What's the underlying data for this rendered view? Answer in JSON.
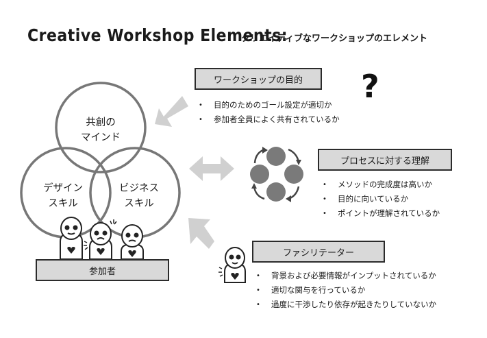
{
  "header": {
    "title": "Creative Workshop Elements:",
    "subtitle": "クリエイティブなワークショップのエレメント"
  },
  "venn": {
    "top": [
      "共創の",
      "マインド"
    ],
    "left": [
      "デザイン",
      "スキル"
    ],
    "right": [
      "ビジネス",
      "スキル"
    ],
    "participants_label": "参加者"
  },
  "purpose": {
    "label": "ワークショップの目的",
    "items": [
      "目的のためのゴール設定が適切か",
      "参加者全員によく共有されているか"
    ],
    "question_mark": "?"
  },
  "process": {
    "label": "プロセスに対する理解",
    "items": [
      "メソッドの完成度は高いか",
      "目的に向いているか",
      "ポイントが理解されているか"
    ]
  },
  "facilitator": {
    "label": "ファシリテーター",
    "items": [
      "背景および必要情報がインプットされているか",
      "適切な関与を行っているか",
      "過度に干渉したり依存が起きたりしていないか"
    ]
  },
  "colors": {
    "box_fill": "#d9d9d9",
    "arrow_fill": "#d0d0d0",
    "circle_stroke": "#777777",
    "node_fill": "#7a7a7a"
  },
  "icons": [
    "question-mark-icon",
    "process-cycle-icon",
    "person-icon",
    "heart-icon"
  ]
}
